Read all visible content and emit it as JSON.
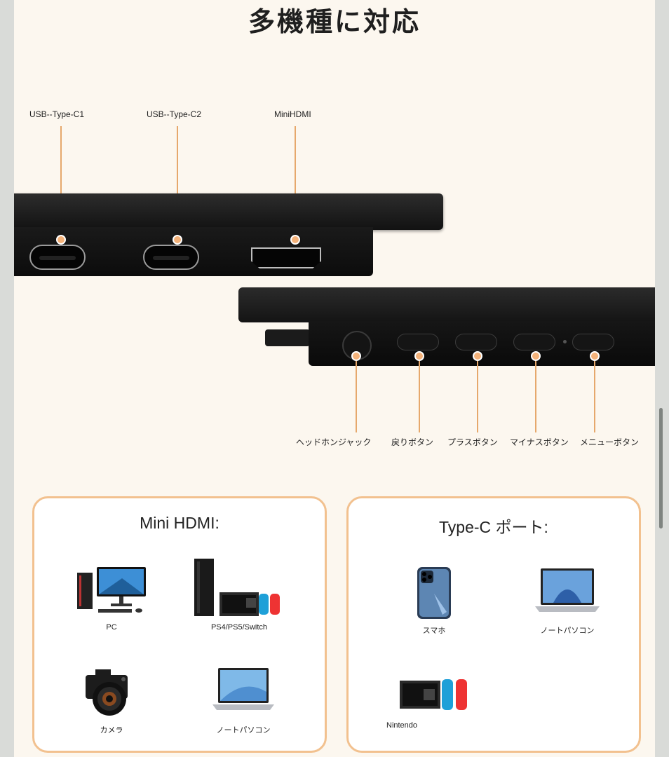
{
  "title": "多機種に対応",
  "ports_top": [
    "USB--Type-C1",
    "USB--Type-C2",
    "MiniHDMI"
  ],
  "buttons_bottom": [
    "ヘッドホンジャック",
    "戻りボタン",
    "プラスボタン",
    "マイナスボタン",
    "メニューボタン"
  ],
  "card_hdmi": {
    "title": "Mini HDMI:",
    "items": [
      {
        "label": "PC",
        "icon": "desktop-pc-icon"
      },
      {
        "label": "PS4/PS5/Switch",
        "icon": "game-consoles-icon"
      },
      {
        "label": "カメラ",
        "icon": "camera-icon"
      },
      {
        "label": "ノートパソコン",
        "icon": "laptop-icon"
      }
    ]
  },
  "card_typec": {
    "title": "Type-C ポート:",
    "items": [
      {
        "label": "スマホ",
        "icon": "smartphone-icon"
      },
      {
        "label": "ノートパソコン",
        "icon": "laptop-icon"
      },
      {
        "label": "Nintendo",
        "icon": "nintendo-switch-icon"
      }
    ]
  },
  "colors": {
    "accent_orange": "#f2c18f",
    "dot_orange": "#f4b27a",
    "page_background": "#fcf7ef",
    "device_black": "#141414"
  }
}
